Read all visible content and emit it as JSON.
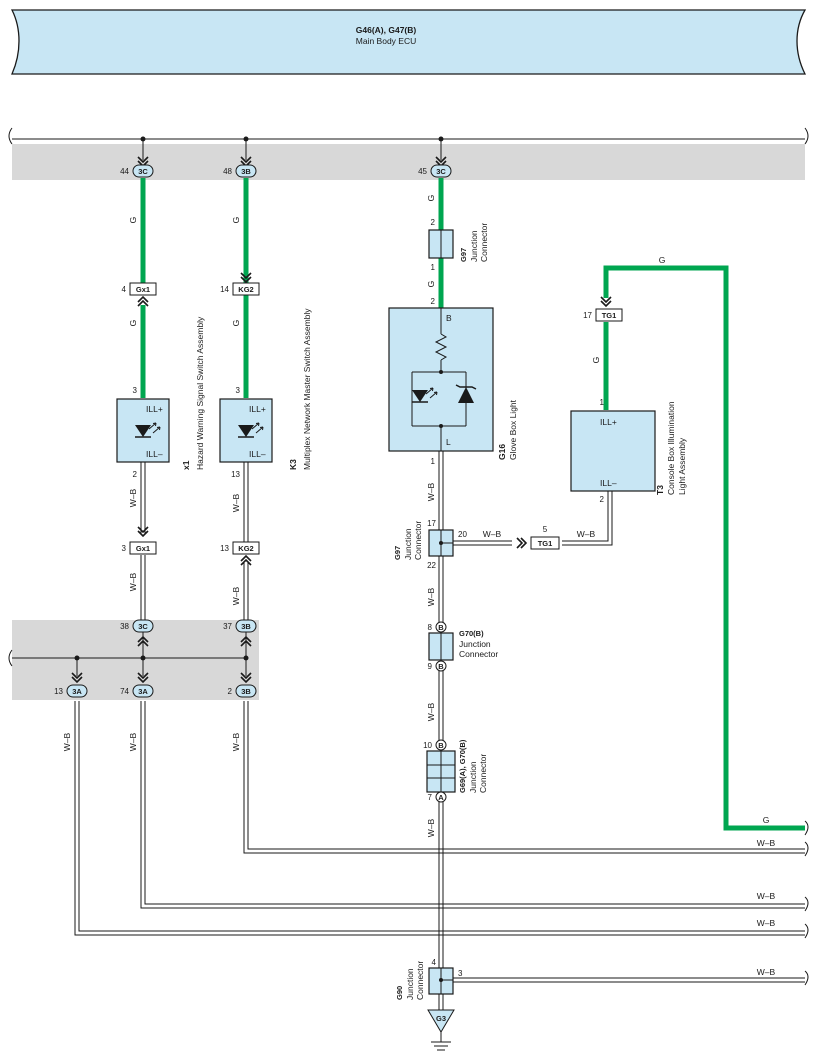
{
  "ecu": {
    "code": "G46(A), G47(B)",
    "name": "Main Body ECU"
  },
  "top_terminals": [
    {
      "pin": "44",
      "connector": "3C"
    },
    {
      "pin": "48",
      "connector": "3B"
    },
    {
      "pin": "45",
      "connector": "3C"
    }
  ],
  "bottom_terminals": [
    {
      "pin": "38",
      "connector": "3C"
    },
    {
      "pin": "37",
      "connector": "3B"
    },
    {
      "pin": "13",
      "connector": "3A"
    },
    {
      "pin": "74",
      "connector": "3A"
    },
    {
      "pin": "2",
      "connector": "3B"
    }
  ],
  "wire_colors": {
    "green": "G",
    "white_black": "W–B"
  },
  "inline_connectors": [
    {
      "code": "Gx1",
      "pin_upper": "4",
      "pin_lower": "3"
    },
    {
      "code": "KG2",
      "pin_upper": "14",
      "pin_lower": "13"
    },
    {
      "code": "TG1",
      "pin_upper": "17",
      "pin_lower": "5"
    }
  ],
  "components": {
    "x1": {
      "code": "x1",
      "name": "Hazard Warning Signal Switch Assembly",
      "pin_top": "3",
      "pin_bottom": "2",
      "term_top": "ILL+",
      "term_bottom": "ILL–"
    },
    "k3": {
      "code": "K3",
      "name": "Multiplex Network Master Switch Assembly",
      "pin_top": "3",
      "pin_bottom": "13",
      "term_top": "ILL+",
      "term_bottom": "ILL–"
    },
    "g16": {
      "code": "G16",
      "name": "Glove Box Light",
      "pin_top": "2",
      "pin_bottom": "1",
      "term_top": "B",
      "term_bottom": "L"
    },
    "t3": {
      "code": "T3",
      "name_line1": "Console Box Illumination",
      "name_line2": "Light Assembly",
      "pin_top": "1",
      "pin_bottom": "2",
      "term_top": "ILL+",
      "term_bottom": "ILL–"
    }
  },
  "junctions": {
    "g97_top": {
      "code": "G97",
      "line1": "Junction",
      "line2": "Connector",
      "pin_top": "2",
      "pin_bottom": "1"
    },
    "g97_mid": {
      "code": "G97",
      "line1": "Junction",
      "line2": "Connector",
      "pin_top": "17",
      "pin_right": "20",
      "pin_bottom": "22"
    },
    "g70": {
      "code": "G70(B)",
      "line1": "Junction",
      "line2": "Connector",
      "pin_top": "8",
      "pin_bottom": "9",
      "letter": "B"
    },
    "g69": {
      "code": "G69(A), G70(B)",
      "line1": "Junction",
      "line2": "Connector",
      "pin_top": "10",
      "pin_bottom": "7",
      "letter_top": "B",
      "letter_bottom": "A"
    },
    "g90": {
      "code": "G90",
      "line1": "Junction",
      "line2": "Connector",
      "pin_top": "4",
      "pin_right": "3"
    }
  },
  "ground": {
    "code": "G3"
  }
}
